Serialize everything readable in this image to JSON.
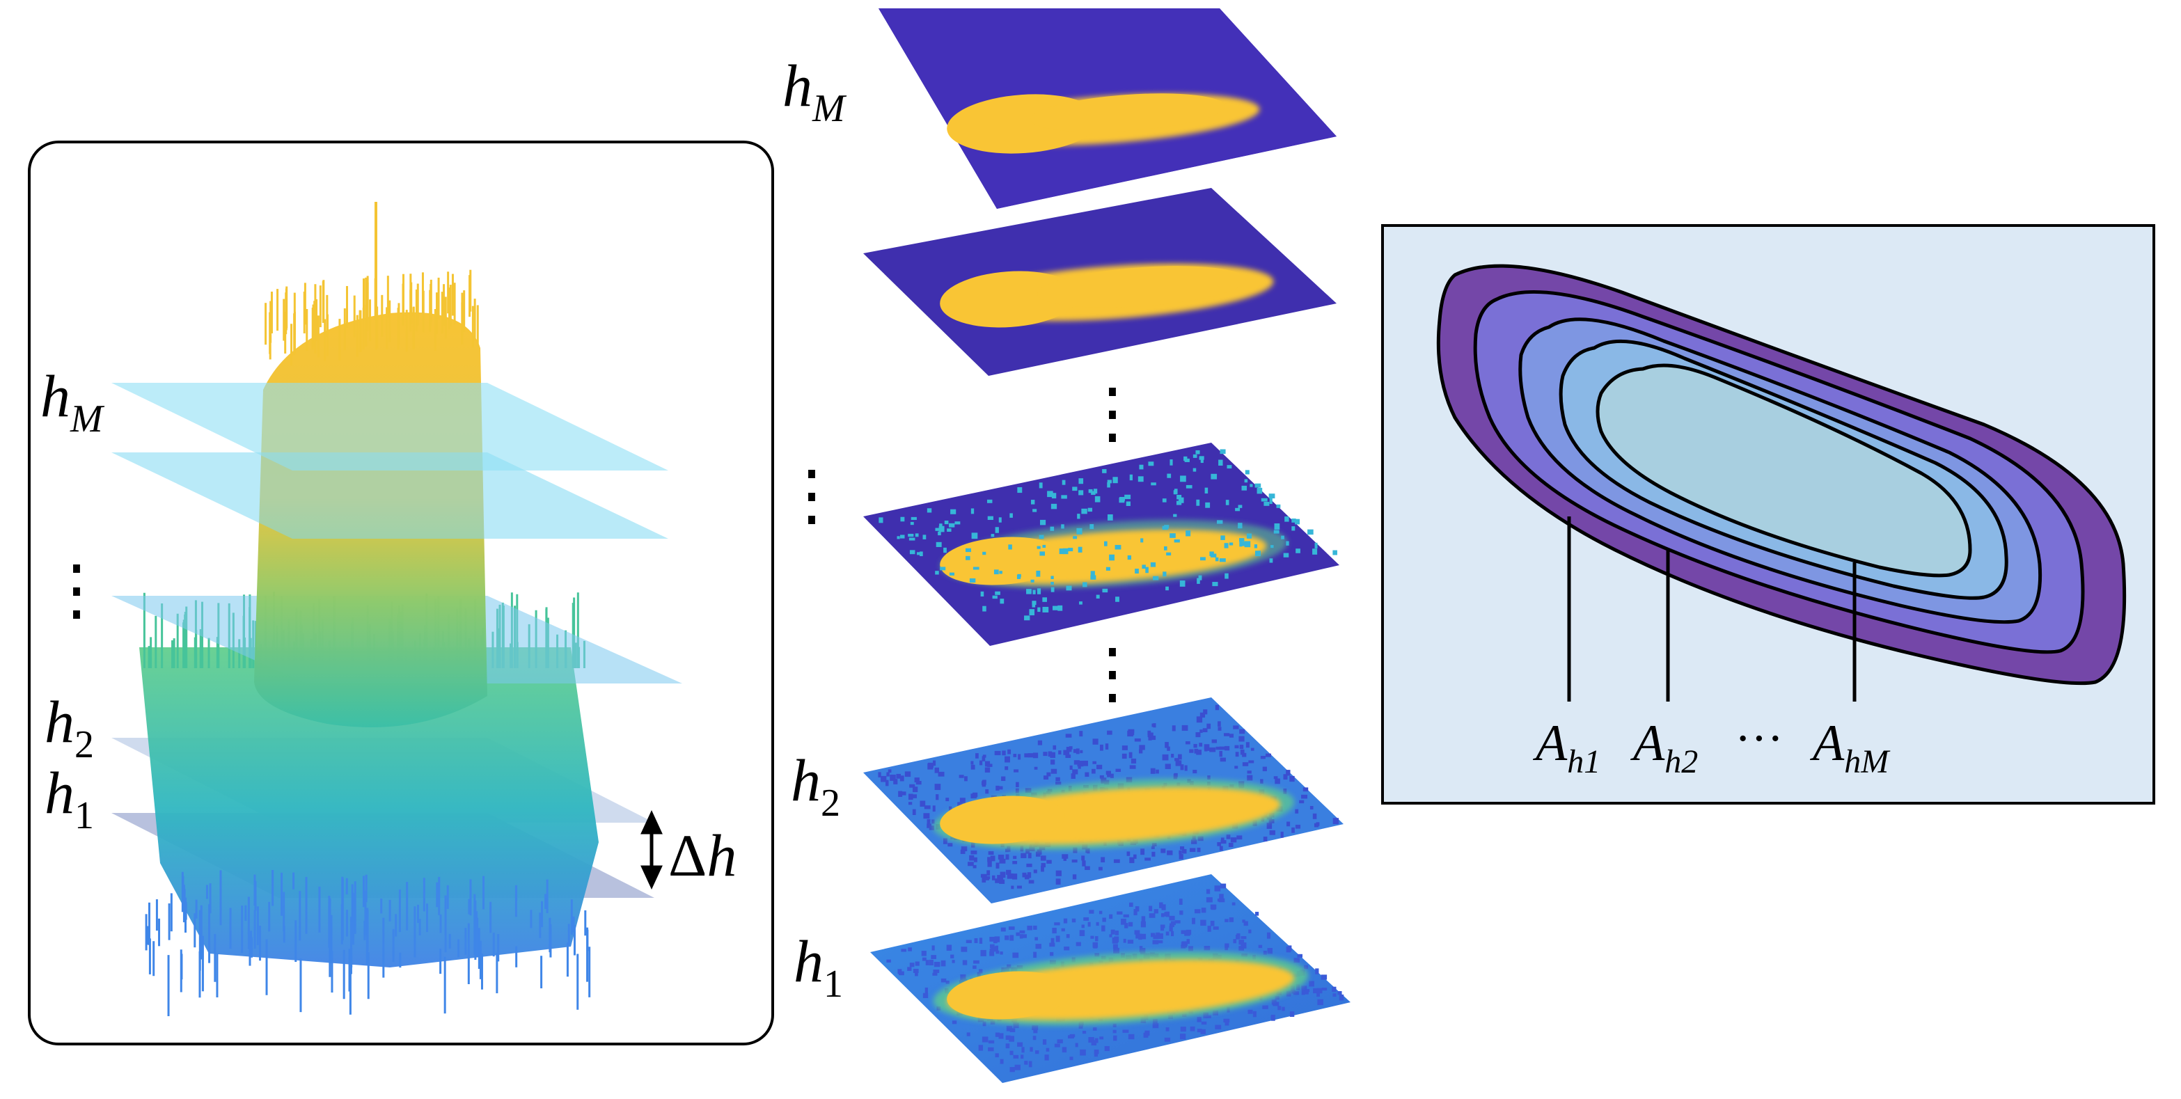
{
  "left_panel": {
    "level_labels": {
      "top": {
        "base": "h",
        "sub": "M"
      },
      "second": {
        "base": "h",
        "sub": "2"
      },
      "first": {
        "base": "h",
        "sub": "1"
      }
    },
    "interval_label": {
      "symbol": "Δ",
      "var": "h"
    },
    "ellipsis": "⋮"
  },
  "middle_panel": {
    "slice_labels": {
      "top": {
        "base": "h",
        "sub": "M"
      },
      "second": {
        "base": "h",
        "sub": "2"
      },
      "first": {
        "base": "h",
        "sub": "1"
      }
    },
    "ellipsis": "⋮"
  },
  "right_panel": {
    "area_labels": [
      {
        "base": "A",
        "sub": "h1"
      },
      {
        "base": "A",
        "sub": "h2"
      },
      {
        "base": "A",
        "sub": "hM"
      }
    ],
    "ellipsis": "···"
  },
  "colors": {
    "slice_background_top": "#4330b8",
    "slice_background_mid": "#3f2fae",
    "slice_background_bottom": "#3f86e8",
    "feature_yellow": "#f9c535",
    "feature_green": "#5fd08a",
    "plane_cyan": "#7fd8f2",
    "contour_outer": "#7447a8",
    "contour_inner": "#a8cfe0",
    "panel_bg": "#dce9f5"
  }
}
